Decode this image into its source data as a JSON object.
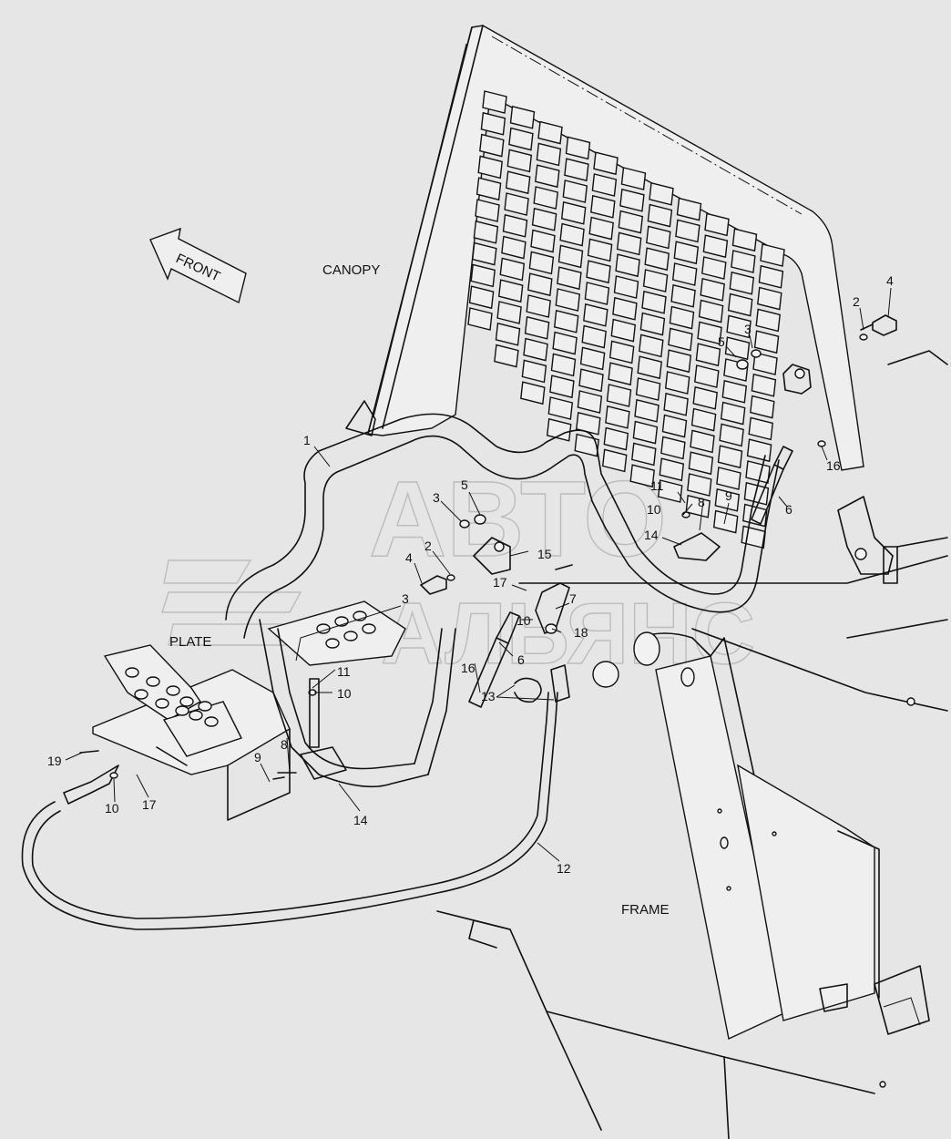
{
  "labels": {
    "front": "FRONT",
    "canopy": "CANOPY",
    "plate": "PLATE",
    "frame": "FRAME"
  },
  "watermark": {
    "line1": "АВТО",
    "line2": "АЛЬЯНС"
  },
  "callouts": [
    {
      "id": "c1",
      "text": "1"
    },
    {
      "id": "c2a",
      "text": "2"
    },
    {
      "id": "c4a",
      "text": "4"
    },
    {
      "id": "c5a",
      "text": "5"
    },
    {
      "id": "c3a",
      "text": "3"
    },
    {
      "id": "c16a",
      "text": "16"
    },
    {
      "id": "c6a",
      "text": "6"
    },
    {
      "id": "c11a",
      "text": "11"
    },
    {
      "id": "c10a",
      "text": "10"
    },
    {
      "id": "c8a",
      "text": "8"
    },
    {
      "id": "c9a",
      "text": "9"
    },
    {
      "id": "c14a",
      "text": "14"
    },
    {
      "id": "c5b",
      "text": "5"
    },
    {
      "id": "c3b",
      "text": "3"
    },
    {
      "id": "c2b",
      "text": "2"
    },
    {
      "id": "c4b",
      "text": "4"
    },
    {
      "id": "c15",
      "text": "15"
    },
    {
      "id": "c17a",
      "text": "17"
    },
    {
      "id": "c10b",
      "text": "10"
    },
    {
      "id": "c7",
      "text": "7"
    },
    {
      "id": "c3c",
      "text": "3"
    },
    {
      "id": "c18",
      "text": "18"
    },
    {
      "id": "c11b",
      "text": "11"
    },
    {
      "id": "c10c",
      "text": "10"
    },
    {
      "id": "c16b",
      "text": "16"
    },
    {
      "id": "c6b",
      "text": "6"
    },
    {
      "id": "c13",
      "text": "13"
    },
    {
      "id": "c19",
      "text": "19"
    },
    {
      "id": "c10d",
      "text": "10"
    },
    {
      "id": "c17b",
      "text": "17"
    },
    {
      "id": "c8b",
      "text": "8"
    },
    {
      "id": "c9b",
      "text": "9"
    },
    {
      "id": "c14b",
      "text": "14"
    },
    {
      "id": "c12",
      "text": "12"
    }
  ]
}
